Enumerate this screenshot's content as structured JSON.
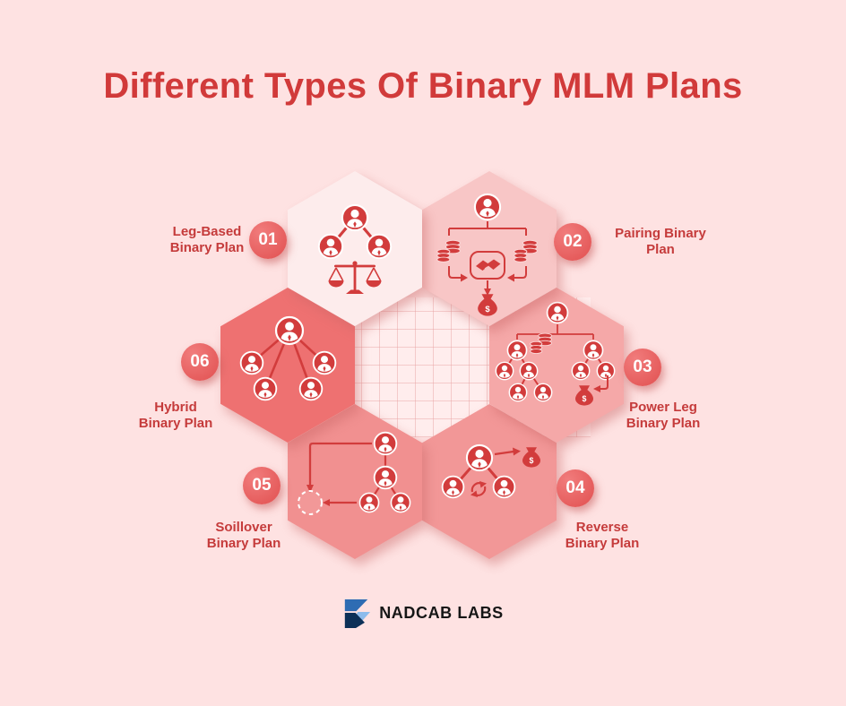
{
  "page": {
    "title": "Different Types Of Binary MLM Plans"
  },
  "plans": [
    {
      "number": "01",
      "name": "Leg-Based Binary Plan",
      "label_lines": [
        "Leg-Based",
        "Binary Plan"
      ],
      "icon": "downline-network-with-scales-icon",
      "hex_color": "#fdecec"
    },
    {
      "number": "02",
      "name": "Pairing Binary Plan",
      "label_lines": [
        "Pairing Binary",
        "Plan"
      ],
      "icon": "pairing-commission-handshake-icon",
      "hex_color": "#f8c6c6"
    },
    {
      "number": "03",
      "name": "Power Leg Binary Plan",
      "label_lines": [
        "Power Leg",
        "Binary Plan"
      ],
      "icon": "power-leg-tree-icon",
      "hex_color": "#f5a8a8"
    },
    {
      "number": "04",
      "name": "Reverse Binary Plan",
      "label_lines": [
        "Reverse",
        "Binary Plan"
      ],
      "icon": "reverse-swap-network-icon",
      "hex_color": "#f29797"
    },
    {
      "number": "05",
      "name": "Soillover Binary Plan",
      "label_lines": [
        "Soillover",
        "Binary Plan"
      ],
      "icon": "spillover-placement-icon",
      "hex_color": "#f19090"
    },
    {
      "number": "06",
      "name": "Hybrid Binary Plan",
      "label_lines": [
        "Hybrid",
        "Binary Plan"
      ],
      "icon": "hybrid-network-icon",
      "hex_color": "#ee7171"
    }
  ],
  "icons": {
    "money_bag_symbol": "$"
  },
  "footer": {
    "brand": "NADCAB LABS"
  },
  "colors": {
    "background": "#fee2e2",
    "title": "#d13a3a",
    "label": "#c53b3b",
    "icon_red": "#d23c3c",
    "badge": "#e75d5d",
    "logo_navy": "#0d3057",
    "logo_blue": "#2e6cb3",
    "logo_light_blue": "#8cbbec"
  }
}
